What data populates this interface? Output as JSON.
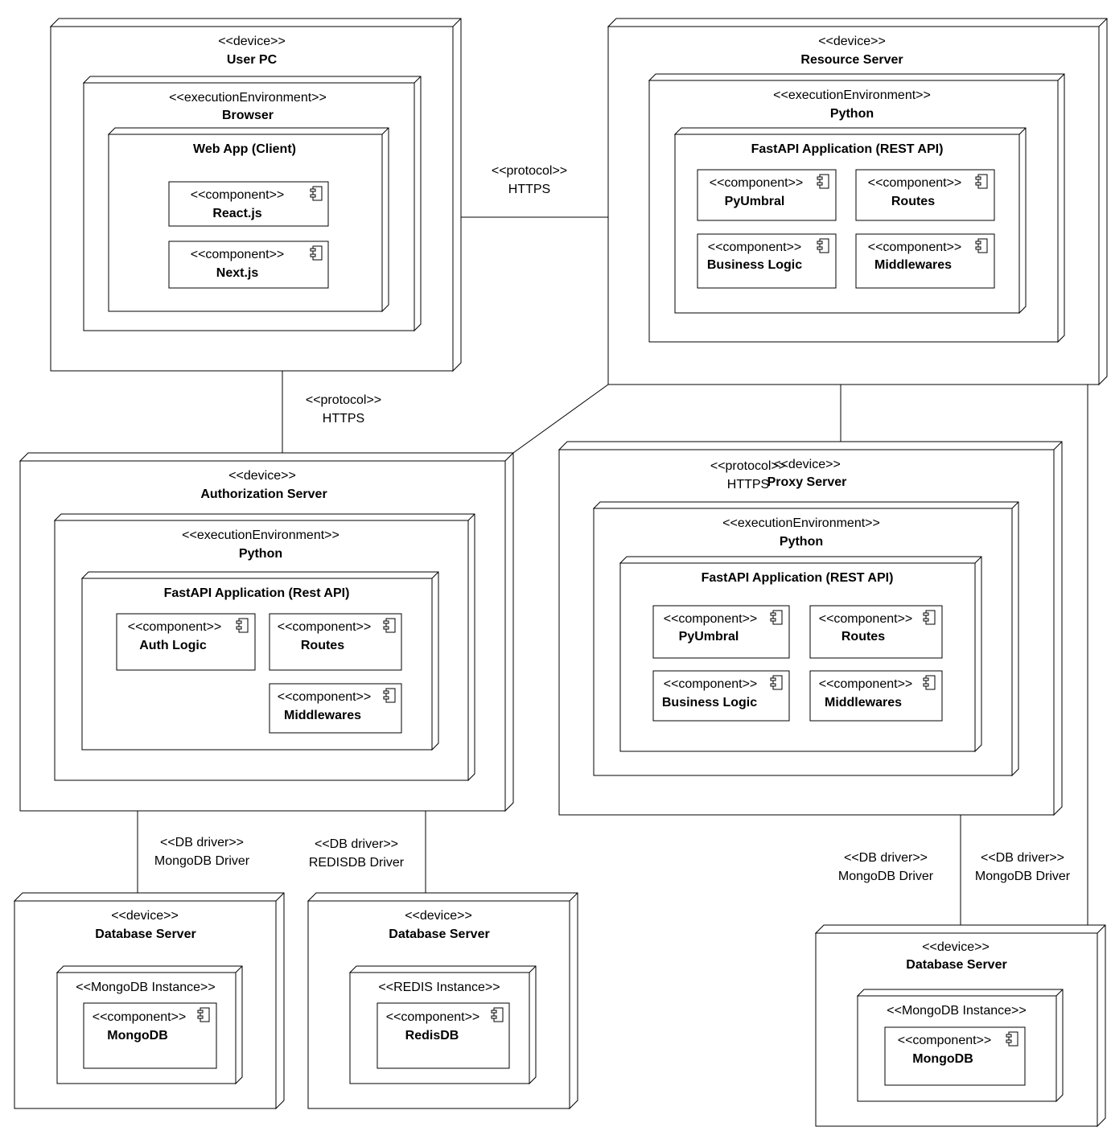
{
  "diagram": {
    "connections": {
      "client_resource": {
        "stereotype": "<<protocol>>",
        "name": "HTTPS"
      },
      "client_auth": {
        "stereotype": "<<protocol>>",
        "name": "HTTPS"
      },
      "resource_proxy": {
        "stereotype": "<<protocol>>",
        "name": "HTTPS"
      },
      "auth_mongo": {
        "stereotype": "<<DB driver>>",
        "name": "MongoDB Driver"
      },
      "auth_redis": {
        "stereotype": "<<DB driver>>",
        "name": "REDISDB Driver"
      },
      "proxy_mongo": {
        "stereotype": "<<DB driver>>",
        "name": "MongoDB Driver"
      },
      "resource_mongo": {
        "stereotype": "<<DB driver>>",
        "name": "MongoDB Driver"
      }
    },
    "user_pc": {
      "stereotype": "<<device>>",
      "name": "User PC",
      "env": {
        "stereotype": "<<executionEnvironment>>",
        "name": "Browser"
      },
      "app": {
        "name": "Web App (Client)"
      },
      "components": [
        {
          "stereotype": "<<component>>",
          "name": "React.js"
        },
        {
          "stereotype": "<<component>>",
          "name": "Next.js"
        }
      ]
    },
    "resource_server": {
      "stereotype": "<<device>>",
      "name": "Resource Server",
      "env": {
        "stereotype": "<<executionEnvironment>>",
        "name": "Python"
      },
      "app": {
        "name": "FastAPI Application (REST API)"
      },
      "components": [
        {
          "stereotype": "<<component>>",
          "name": "PyUmbral"
        },
        {
          "stereotype": "<<component>>",
          "name": "Routes"
        },
        {
          "stereotype": "<<component>>",
          "name": "Business Logic"
        },
        {
          "stereotype": "<<component>>",
          "name": "Middlewares"
        }
      ]
    },
    "auth_server": {
      "stereotype": "<<device>>",
      "name": "Authorization Server",
      "env": {
        "stereotype": "<<executionEnvironment>>",
        "name": "Python"
      },
      "app": {
        "name": "FastAPI Application (Rest API)"
      },
      "components": [
        {
          "stereotype": "<<component>>",
          "name": "Auth Logic"
        },
        {
          "stereotype": "<<component>>",
          "name": "Routes"
        },
        {
          "stereotype": "<<component>>",
          "name": "Middlewares"
        }
      ]
    },
    "proxy_server": {
      "stereotype": "<<device>>",
      "name": "Proxy Server",
      "env": {
        "stereotype": "<<executionEnvironment>>",
        "name": "Python"
      },
      "app": {
        "name": "FastAPI Application (REST API)"
      },
      "components": [
        {
          "stereotype": "<<component>>",
          "name": "PyUmbral"
        },
        {
          "stereotype": "<<component>>",
          "name": "Routes"
        },
        {
          "stereotype": "<<component>>",
          "name": "Business Logic"
        },
        {
          "stereotype": "<<component>>",
          "name": "Middlewares"
        }
      ]
    },
    "db_mongo_1": {
      "stereotype": "<<device>>",
      "name": "Database Server",
      "instance": "<<MongoDB Instance>>",
      "component": {
        "stereotype": "<<component>>",
        "name": "MongoDB"
      }
    },
    "db_redis": {
      "stereotype": "<<device>>",
      "name": "Database Server",
      "instance": "<<REDIS Instance>>",
      "component": {
        "stereotype": "<<component>>",
        "name": "RedisDB"
      }
    },
    "db_mongo_2": {
      "stereotype": "<<device>>",
      "name": "Database Server",
      "instance": "<<MongoDB Instance>>",
      "component": {
        "stereotype": "<<component>>",
        "name": "MongoDB"
      }
    }
  }
}
